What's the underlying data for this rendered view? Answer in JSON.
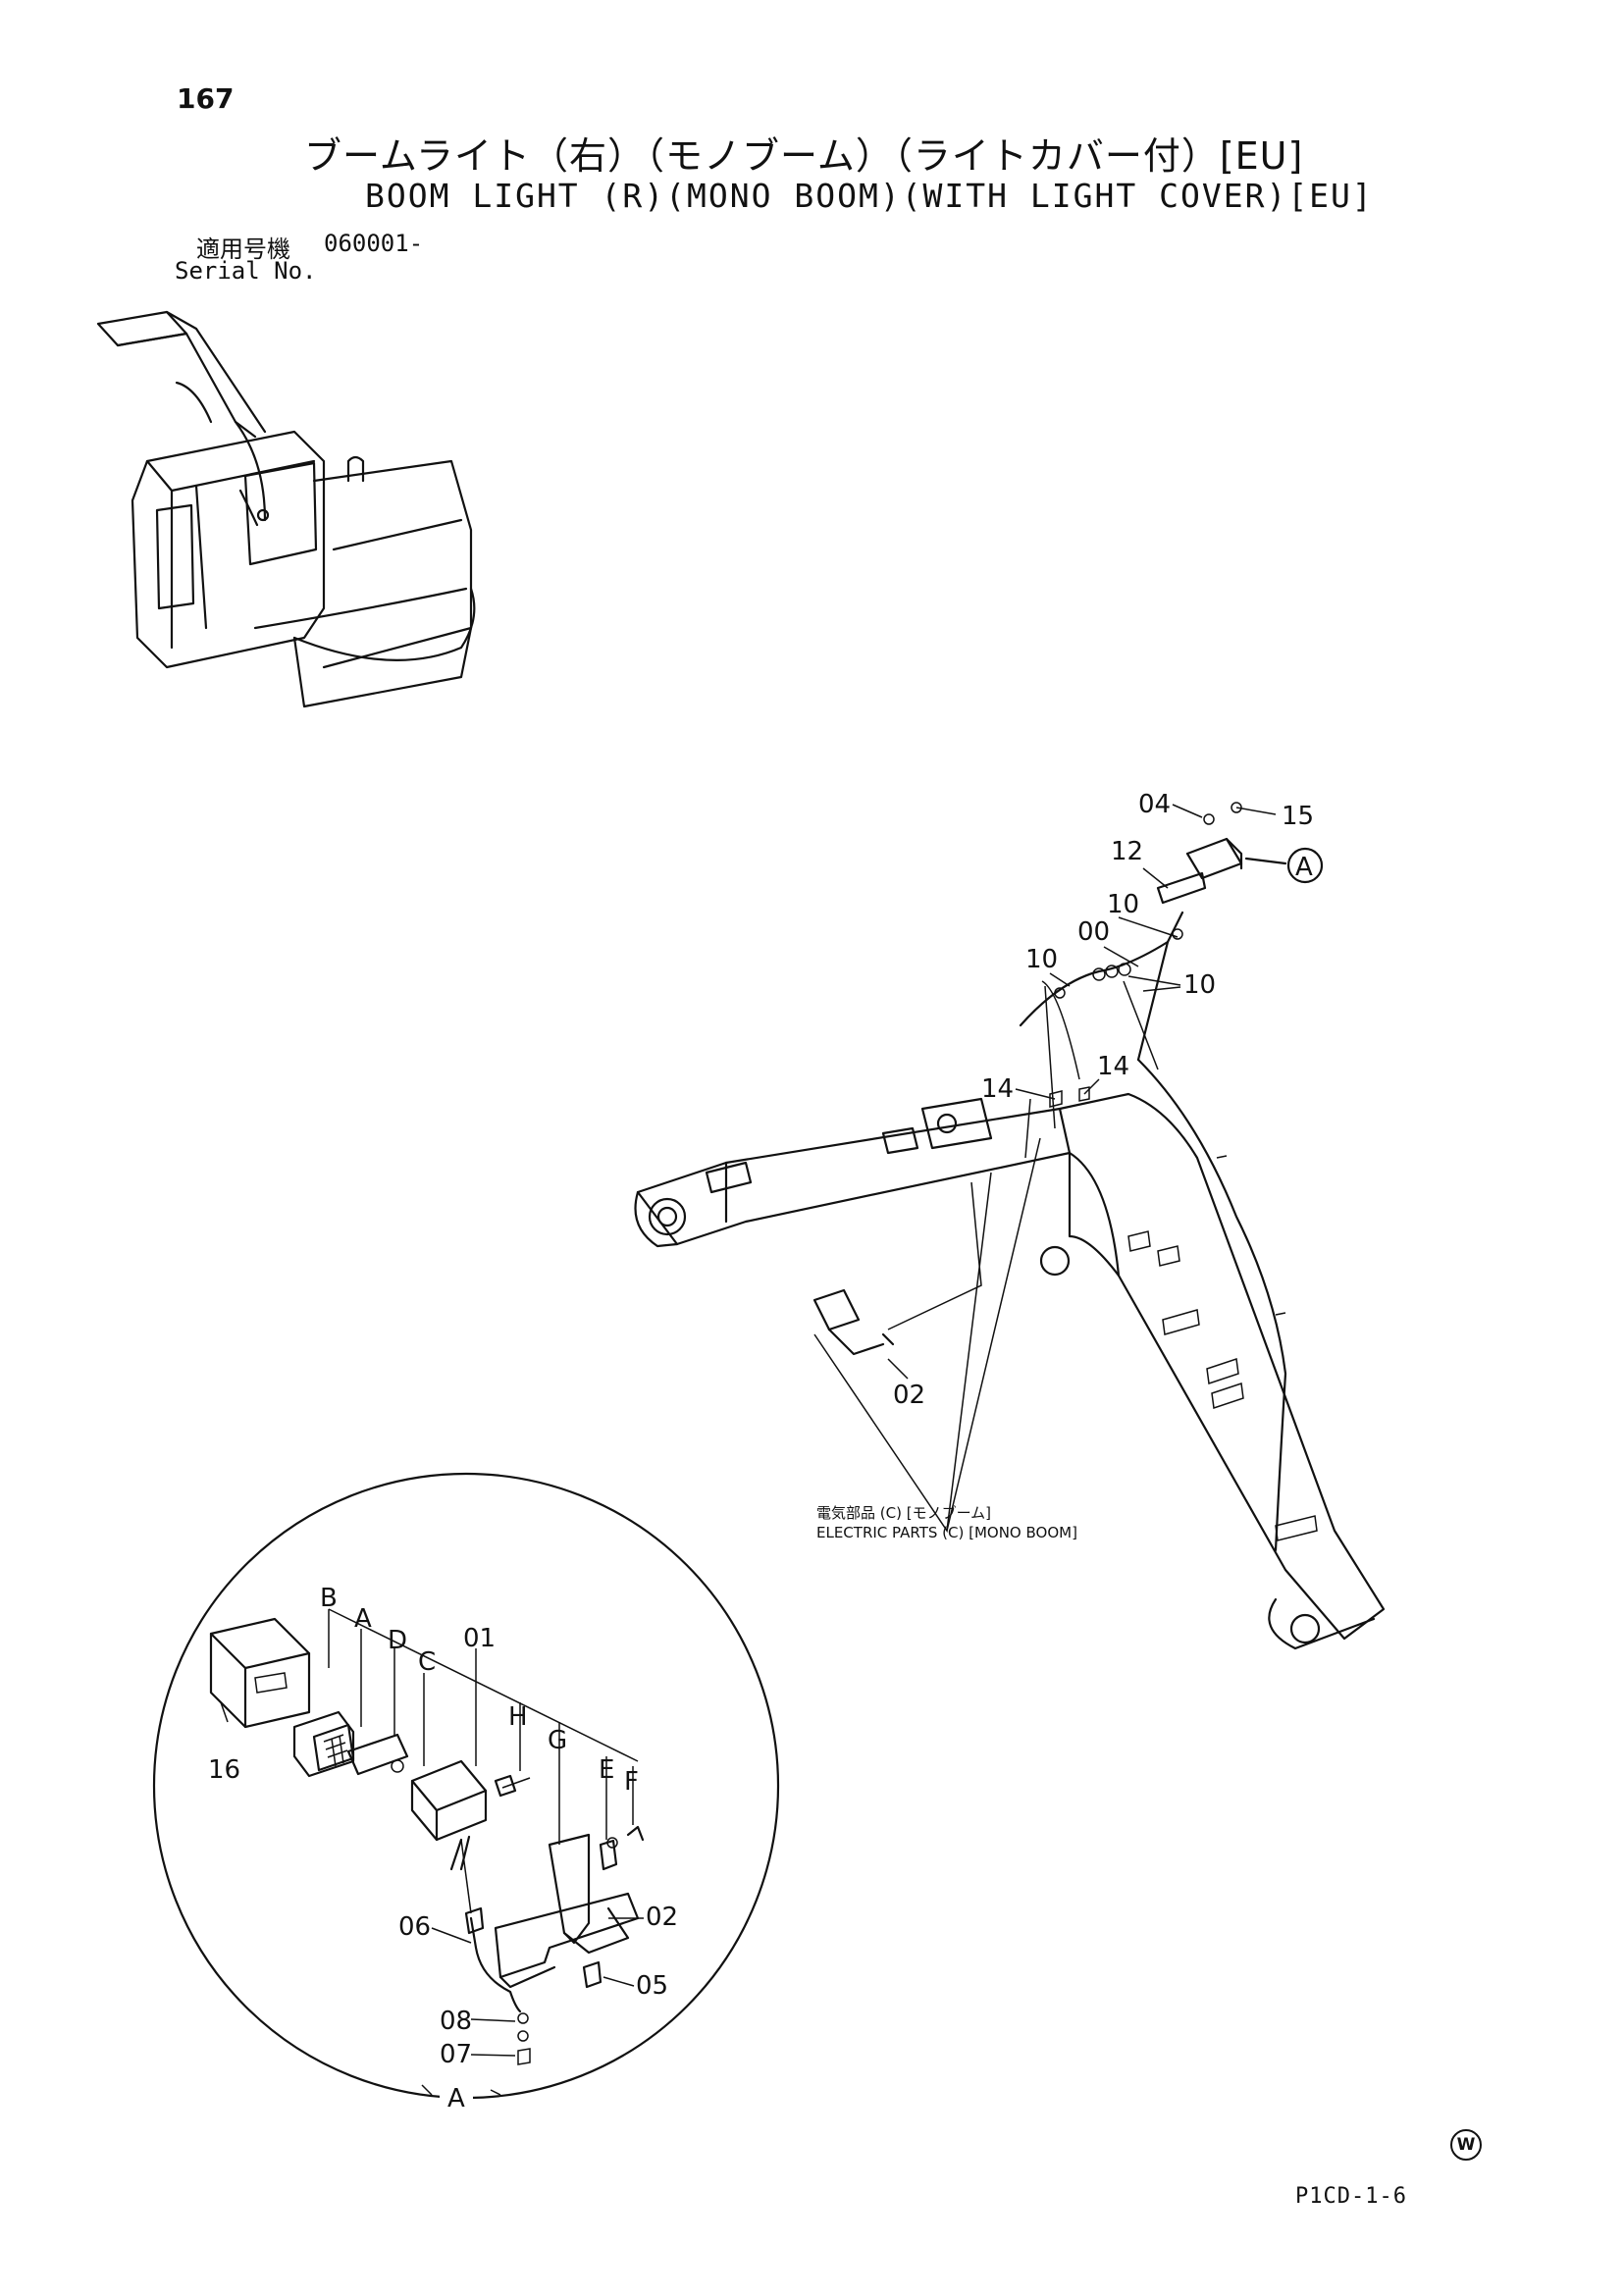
{
  "page_number": "167",
  "title_ja": "ブームライト（右）（モノブーム）（ライトカバー付）[EU]",
  "title_en": "BOOM LIGHT (R)(MONO BOOM)(WITH LIGHT COVER)[EU]",
  "serial": {
    "label_ja": "適用号機",
    "label_en": "Serial No.",
    "value": "060001-"
  },
  "callouts_main": [
    "04",
    "15",
    "12",
    "10",
    "00",
    "10",
    "10",
    "14",
    "14",
    "02"
  ],
  "callout_a": "A",
  "electric_parts": {
    "label_ja": "電気部品 (C) [モノブーム]",
    "label_en": "ELECTRIC PARTS (C) [MONO BOOM]"
  },
  "detail": {
    "letters": [
      "B",
      "A",
      "D",
      "C",
      "H",
      "G",
      "E",
      "F"
    ],
    "numbers": [
      "01",
      "16",
      "06",
      "02",
      "05",
      "08",
      "07"
    ],
    "view_label": "A"
  },
  "doc_code": "P1CD-1-6",
  "w_mark": "W"
}
